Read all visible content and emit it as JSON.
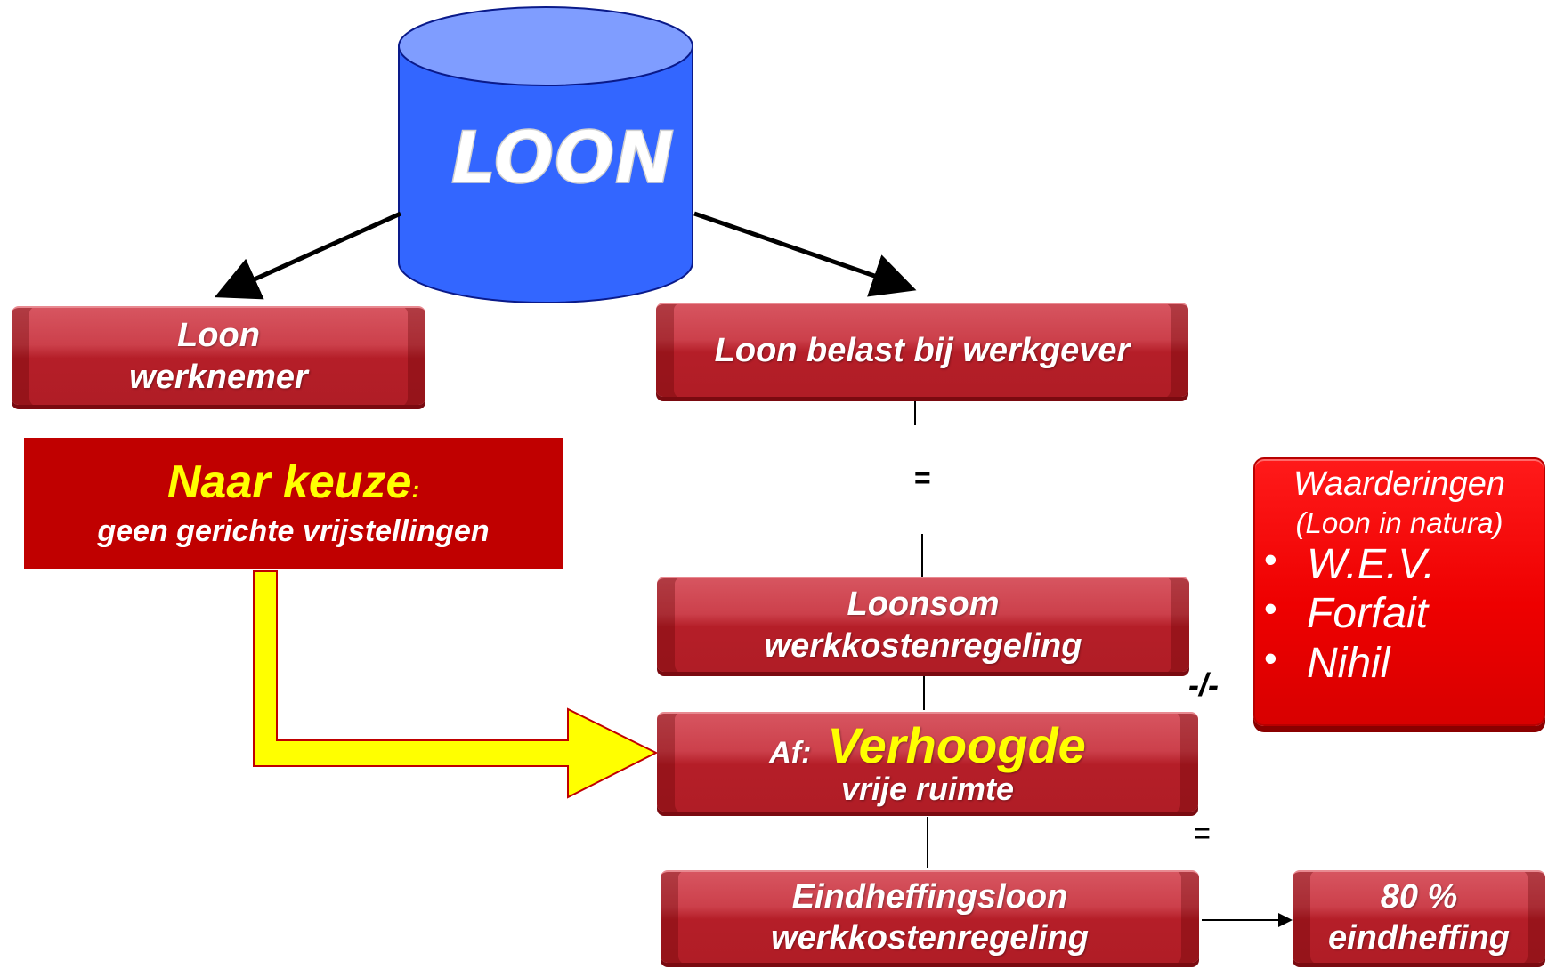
{
  "loon_cylinder": {
    "label": "LOON"
  },
  "boxes": {
    "loon_werknemer": {
      "line1": "Loon",
      "line2": "werknemer"
    },
    "loon_werkgever": {
      "line1": "Loon belast bij werkgever"
    },
    "loonsom": {
      "line1": "Loonsom",
      "line2": "werkkostenregeling"
    },
    "vrije_ruimte": {
      "prefix": "Af:",
      "big": "Verhoogde",
      "line2": "vrije ruimte"
    },
    "eindheffingsloon": {
      "line1": "Eindheffingsloon",
      "line2": "werkkostenregeling"
    },
    "eindheffing": {
      "line1": "80 %",
      "line2": "eindheffing"
    }
  },
  "choice": {
    "big": "Naar keuze",
    "colon": ":",
    "sub": "geen gerichte vrijstellingen"
  },
  "symbols": {
    "equals_1": "=",
    "equals_2": "=",
    "minus": "-/-"
  },
  "waarderingen": {
    "title": "Waarderingen",
    "paren": "(Loon in natura)",
    "items": [
      "W.E.V.",
      "Forfait",
      "Nihil"
    ]
  },
  "colors": {
    "cylinder": "#3366ff",
    "cylinder_top": "#7f9dff",
    "box_red": "#c0202a",
    "choice_red": "#c00000",
    "highlight_yellow": "#ffff00",
    "waarderingen_red": "#ee0000"
  }
}
